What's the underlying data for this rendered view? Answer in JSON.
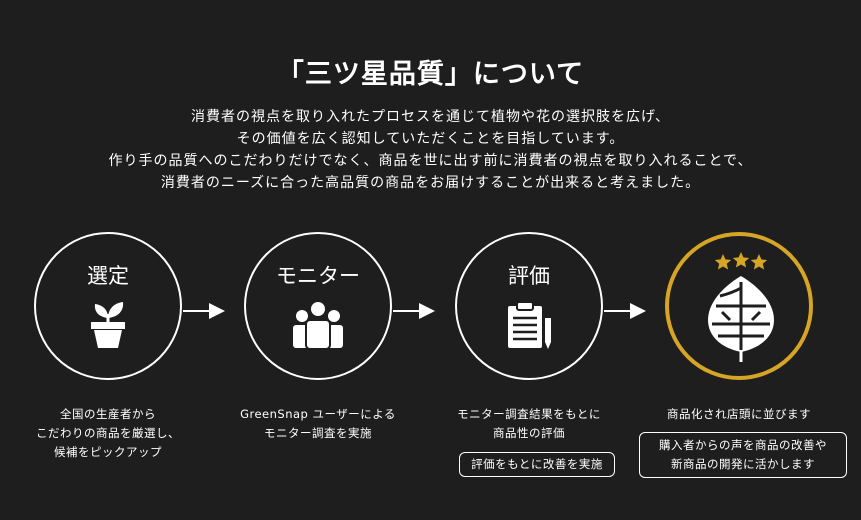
{
  "header": {
    "title": "「三ツ星品質」について",
    "description": [
      "消費者の視点を取り入れたプロセスを通じて植物や花の選択肢を広げ、",
      "その価値を広く認知していただくことを目指しています。",
      "作り手の品質へのこだわりだけでなく、商品を世に出す前に消費者の視点を取り入れることで、",
      "消費者のニーズに合った高品質の商品をお届けすることが出来ると考えました。"
    ]
  },
  "steps": [
    {
      "label": "選定",
      "icon": "sprout-pot-icon",
      "caption": [
        "全国の生産者から",
        "こだわりの商品を厳選し、",
        "候補をピックアップ"
      ]
    },
    {
      "label": "モニター",
      "icon": "people-group-icon",
      "caption": [
        "GreenSnap ユーザーによる",
        "モニター調査を実施"
      ]
    },
    {
      "label": "評価",
      "icon": "clipboard-pen-icon",
      "caption": [
        "モニター調査結果をもとに",
        "商品性の評価"
      ],
      "note": [
        "評価をもとに改善を実施"
      ]
    },
    {
      "label": "",
      "icon": "three-star-emblem-icon",
      "caption": [
        "商品化され店頭に並びます"
      ],
      "note": [
        "購入者からの声を商品の改善や",
        "新商品の開発に活かします"
      ]
    }
  ],
  "colors": {
    "background": "#1e1e1e",
    "foreground": "#ffffff",
    "accent_gold": "#d6a526"
  }
}
